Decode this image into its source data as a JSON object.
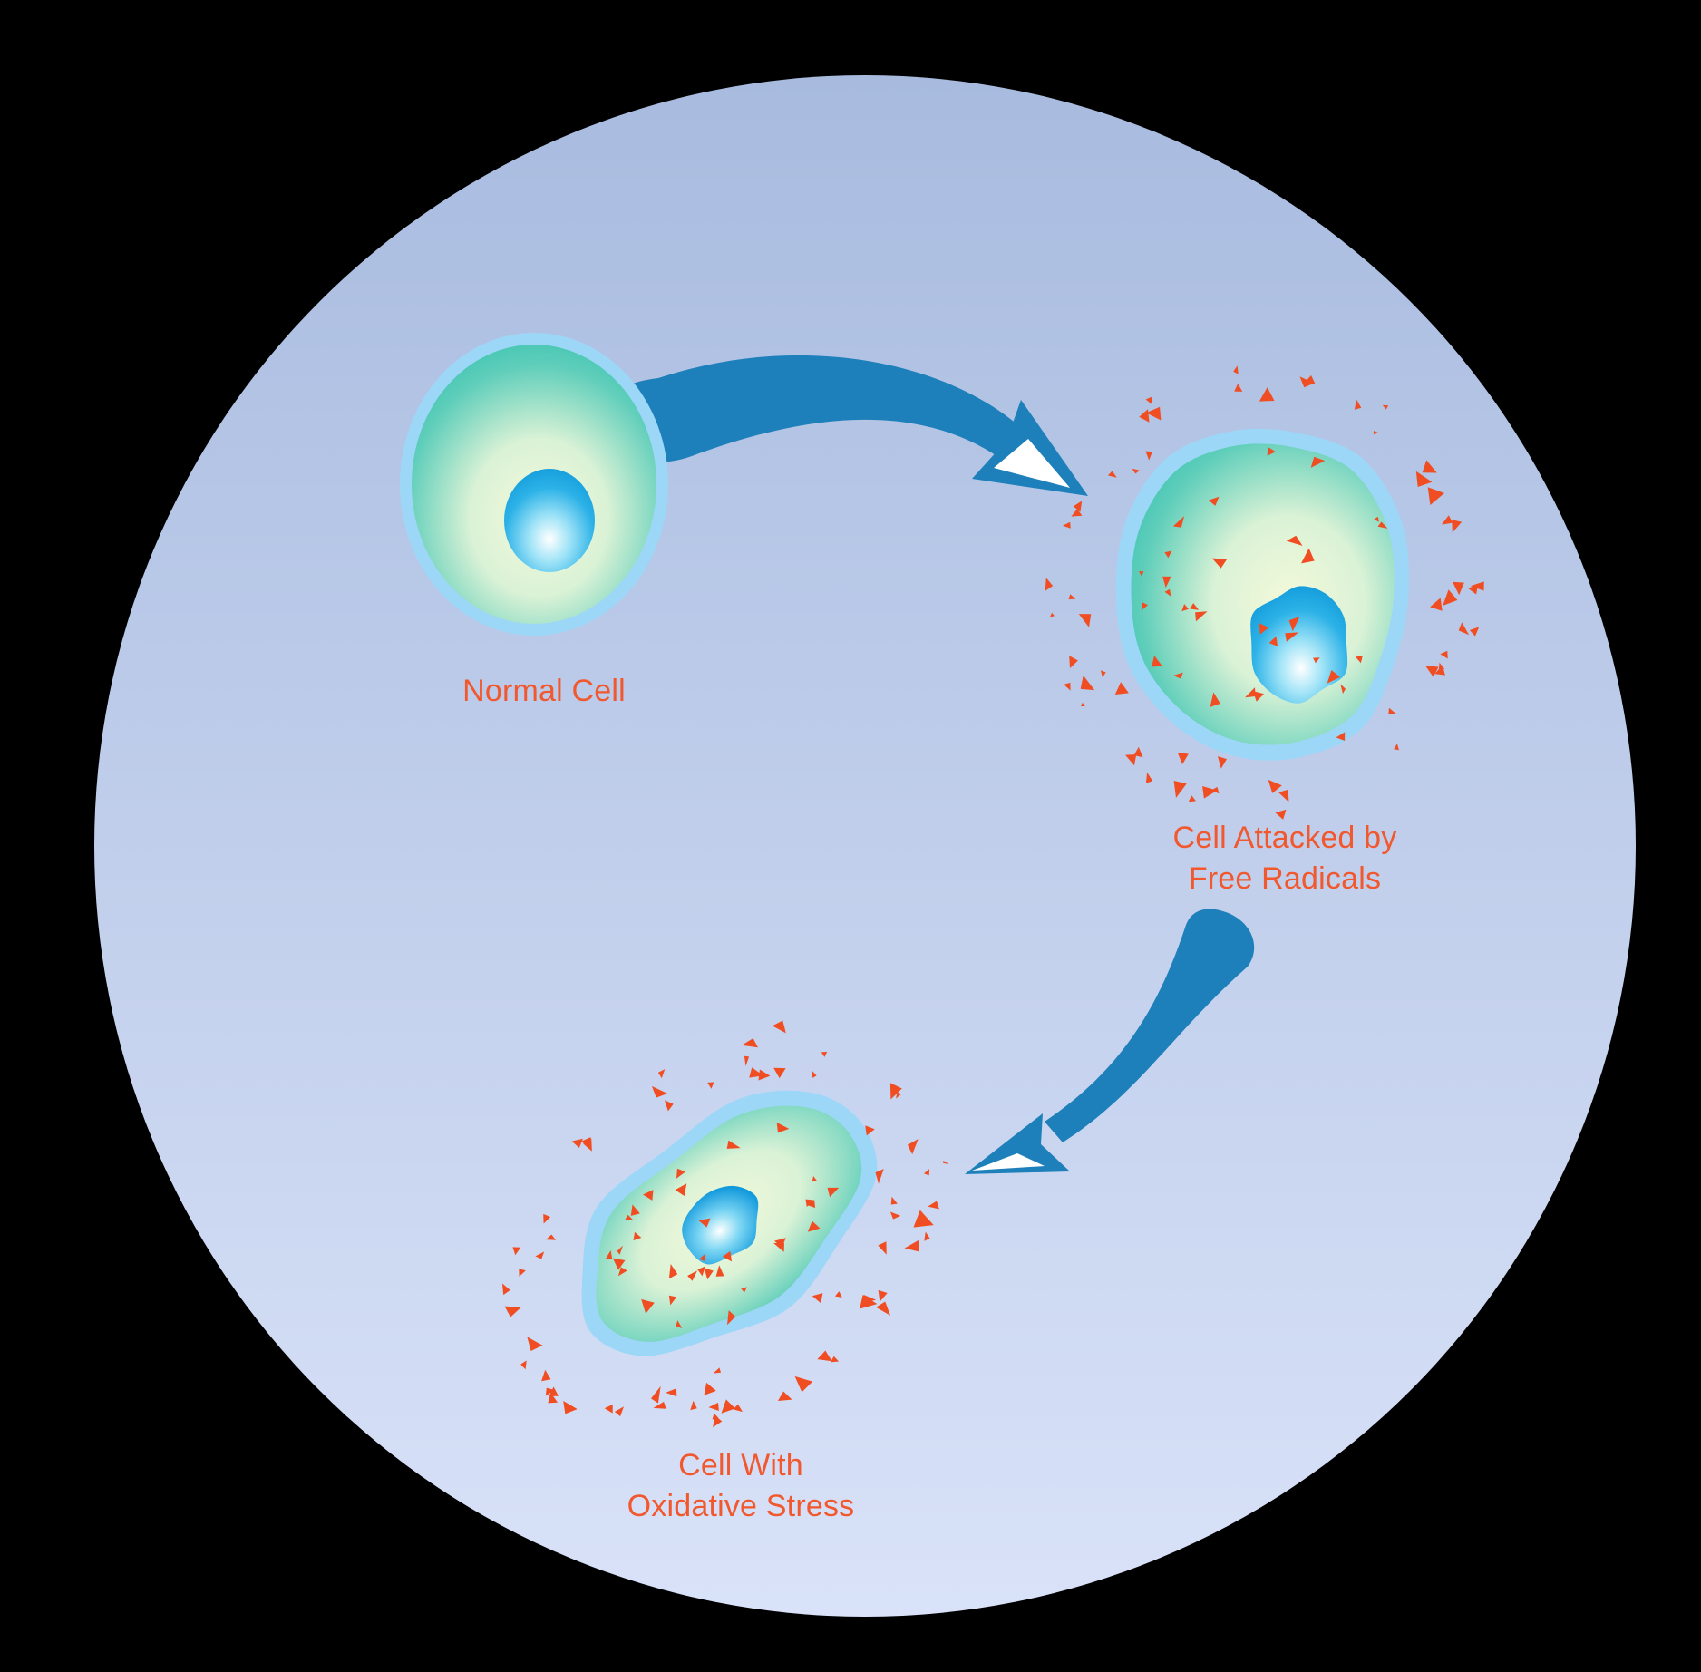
{
  "labels": {
    "normal_cell": "Normal Cell",
    "attacked_cell_line1": "Cell Attacked by",
    "attacked_cell_line2": "Free Radicals",
    "stressed_cell_line1": "Cell With",
    "stressed_cell_line2": "Oxidative Stress"
  },
  "colors": {
    "backdrop": "#000000",
    "stage_gradient_top": "#a8bbdf",
    "stage_gradient_bottom": "#d9e2f8",
    "label_text": "#f1582e",
    "free_radical": "#f04e22",
    "arrow": "#1e80ba",
    "arrow_notch": "#ffffff",
    "cell_membrane": "#9dd7f7",
    "cell_body_edge": "#2dbfae",
    "cell_body_center": "#f4f9da",
    "nucleus_blue": "#0a94d8",
    "nucleus_highlight": "#ffffff"
  }
}
